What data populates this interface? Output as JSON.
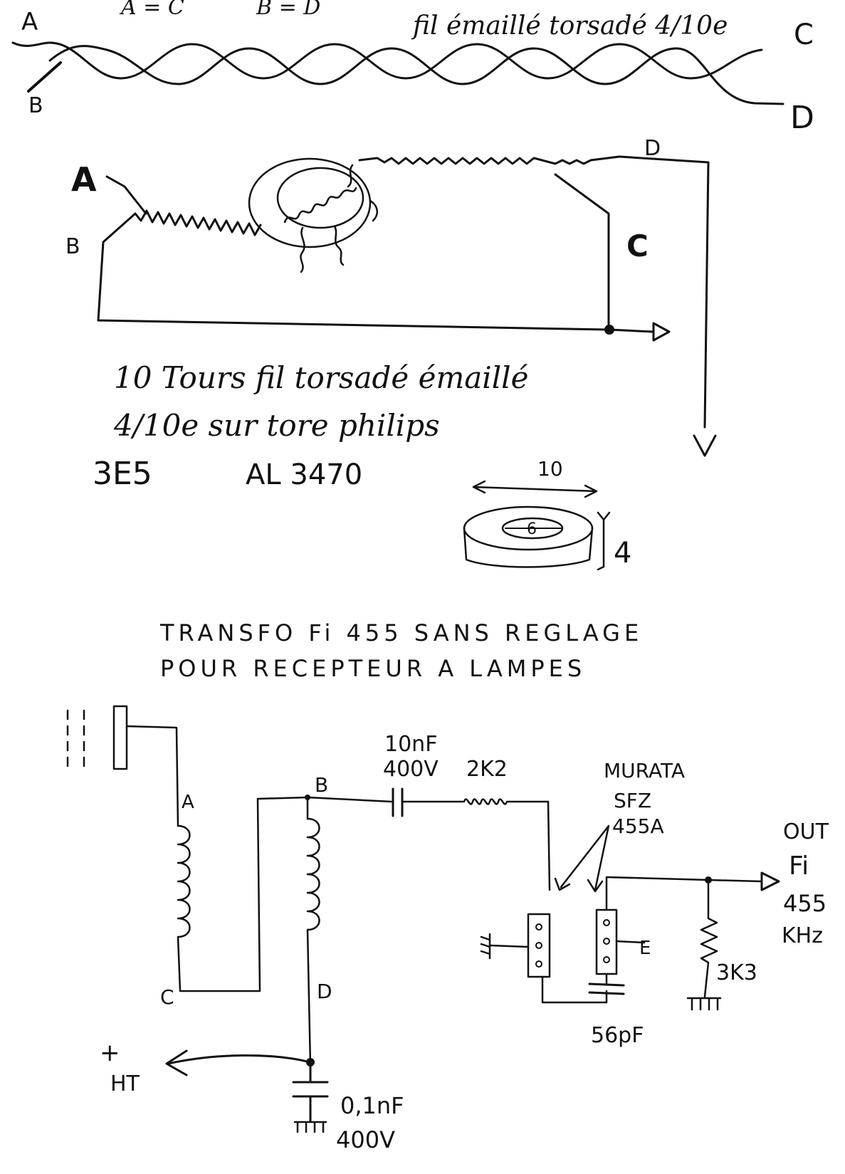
{
  "twist": {
    "header_a_eq_c": "A = C",
    "header_b_eq_d": "B = D",
    "title": "fil émaillé torsadé 4/10e",
    "label_a": "A",
    "label_b": "B",
    "label_c": "C",
    "label_d": "D"
  },
  "toroid": {
    "label_a": "A",
    "label_b": "B",
    "label_c": "C",
    "label_d": "D",
    "note_line1": "10 Tours fil torsadé émaillé",
    "note_line2": "4/10e sur tore philips",
    "part_material": "3E5",
    "part_al": "AL 3470",
    "dim_outer": "10",
    "dim_inner": "6",
    "dim_height": "4"
  },
  "title": {
    "line1": "TRANSFO Fi 455 SANS REGLAGE",
    "line2": "POUR RECEPTEUR A LAMPES"
  },
  "schematic": {
    "coil_a": "A",
    "coil_b": "B",
    "coil_c": "C",
    "coil_d": "D",
    "cap_value": "10nF",
    "cap_voltage": "400V",
    "resistor_1": "2K2",
    "filter_brand": "MURATA",
    "filter_model_line1": "SFZ",
    "filter_model_line2": "455A",
    "filter_pin_e": "E",
    "cap_56": "56pF",
    "resistor_2": "3K3",
    "out_line1": "OUT",
    "out_line2": "Fi",
    "out_line3": "455",
    "out_line4": "KHz",
    "ht_line1": "+",
    "ht_line2": "HT",
    "decoupling_value": "0,1nF",
    "decoupling_voltage": "400V"
  }
}
